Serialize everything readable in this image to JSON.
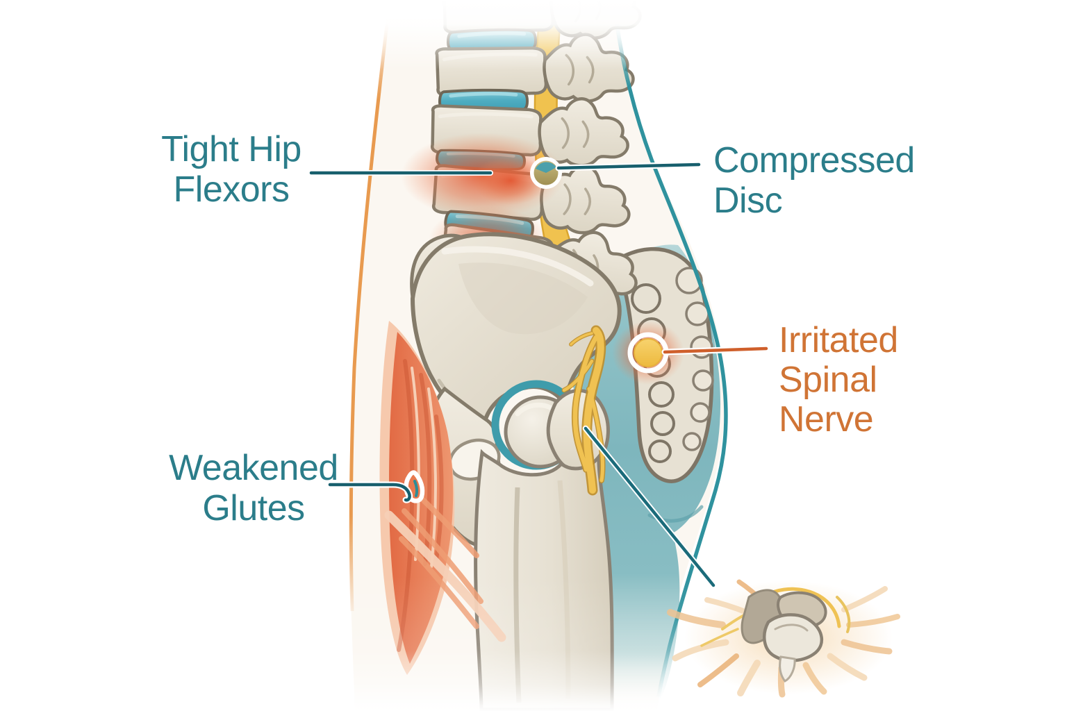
{
  "figure": {
    "labels": {
      "tight_hip_flexors": {
        "line1": "Tight Hip",
        "line2": "Flexors"
      },
      "compressed_disc": {
        "line1": "Compressed",
        "line2": "Disc"
      },
      "irritated_spinal_nerve": {
        "line1": "Irritated",
        "line2": "Spinal",
        "line3": "Nerve"
      },
      "weakened_glutes": {
        "line1": "Weakened",
        "line2": "Glutes"
      }
    },
    "colors": {
      "background": "#ffffff",
      "body_fill": "#fbf7f1",
      "label_teal": "#2b7d8a",
      "label_orange": "#d07435",
      "leader_teal": "#175f6d",
      "leader_orange": "#cf5f2b",
      "outline_front_orange": "#e89a4f",
      "outline_back_teal": "#2f929e",
      "disc_teal": "#45a5ba",
      "bone_light": "#e9e3d7",
      "bone_outline": "#847b6a",
      "canal_yellow": "#f0c24f",
      "nerve_yellow": "#f0c252",
      "inflammation_red": "#e25b33",
      "muscle_red": "#e06a47",
      "glute_region_teal": "#7fb7bd",
      "marker_ring_white": "#ffffff"
    }
  }
}
